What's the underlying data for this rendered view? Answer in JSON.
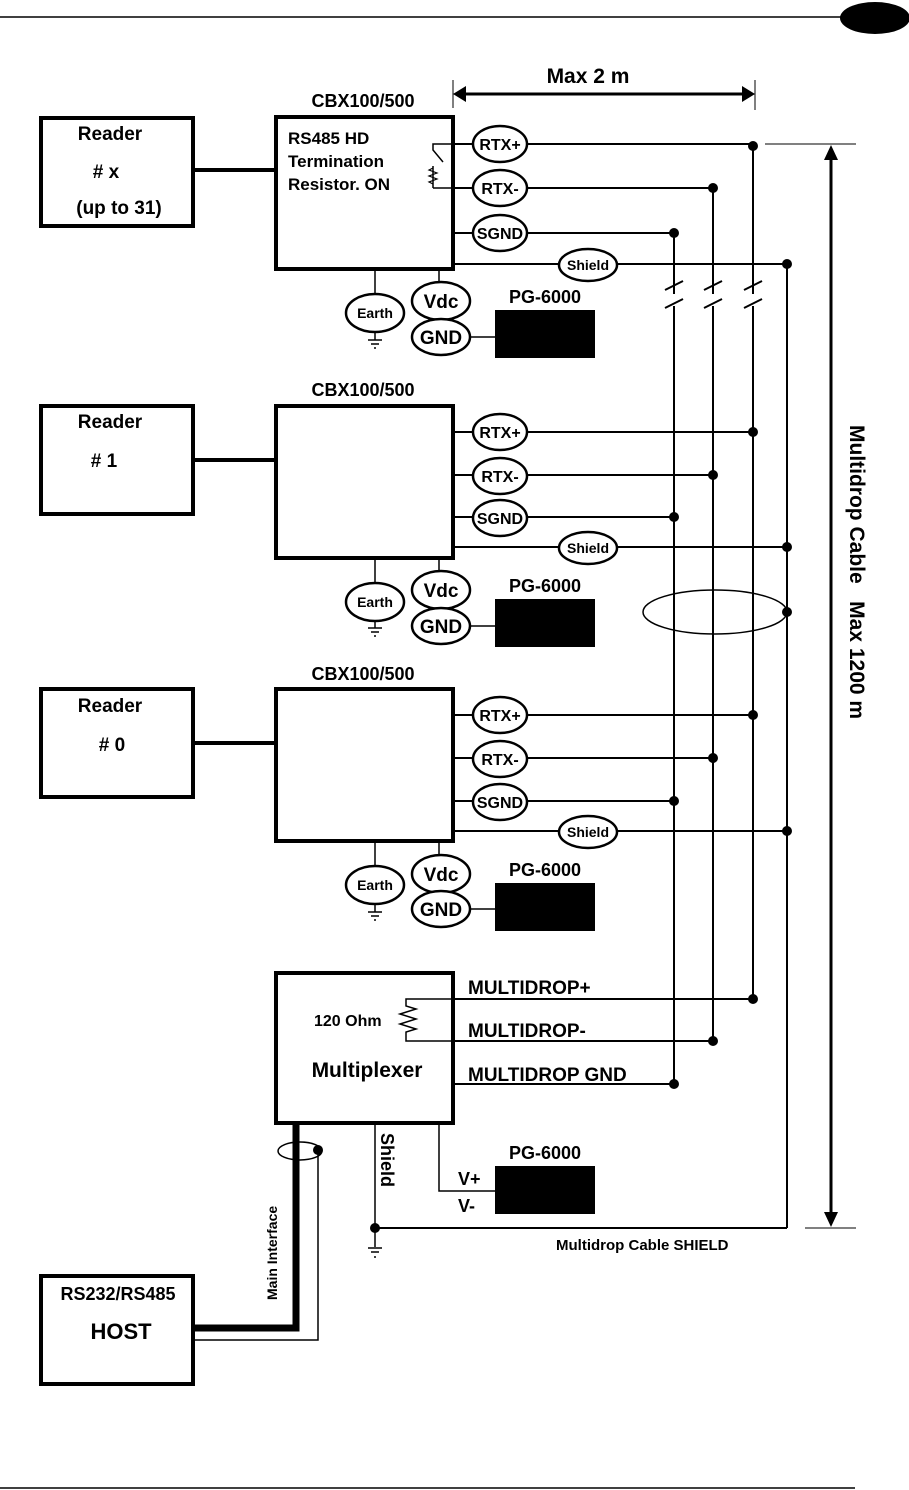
{
  "diagram": {
    "type": "RS485 multidrop wiring diagram",
    "colors": {
      "ink": "#000000",
      "background": "#ffffff"
    },
    "dimensions": {
      "max_stub": "Max 2 m",
      "cable": "Multidrop Cable   Max 1200 m"
    },
    "stations": [
      {
        "reader": {
          "line1": "Reader",
          "line2": "# x",
          "line3": "(up to 31)"
        },
        "cbx": {
          "title": "CBX100/500",
          "note_lines": [
            "RS485 HD",
            "Termination",
            "Resistor. ON"
          ]
        },
        "terminals": [
          "RTX+",
          "RTX-",
          "SGND",
          "Shield"
        ],
        "power": {
          "earth": "Earth",
          "vdc": "Vdc",
          "gnd": "GND",
          "supply": "PG-6000"
        }
      },
      {
        "reader": {
          "line1": "Reader",
          "line2": "# 1",
          "line3": ""
        },
        "cbx": {
          "title": "CBX100/500",
          "note_lines": []
        },
        "terminals": [
          "RTX+",
          "RTX-",
          "SGND",
          "Shield"
        ],
        "power": {
          "earth": "Earth",
          "vdc": "Vdc",
          "gnd": "GND",
          "supply": "PG-6000"
        }
      },
      {
        "reader": {
          "line1": "Reader",
          "line2": "# 0",
          "line3": ""
        },
        "cbx": {
          "title": "CBX100/500",
          "note_lines": []
        },
        "terminals": [
          "RTX+",
          "RTX-",
          "SGND",
          "Shield"
        ],
        "power": {
          "earth": "Earth",
          "vdc": "Vdc",
          "gnd": "GND",
          "supply": "PG-6000"
        }
      }
    ],
    "multiplexer": {
      "label": "Multiplexer",
      "resistor": "120 Ohm",
      "outputs": [
        "MULTIDROP+",
        "MULTIDROP-",
        "MULTIDROP GND"
      ],
      "shield_label": "Shield",
      "power": {
        "vplus": "V+",
        "vminus": "V-",
        "supply": "PG-6000"
      }
    },
    "cable_shield_label": "Multidrop Cable SHIELD",
    "main_interface_label": "Main Interface",
    "host": {
      "line1": "RS232/RS485",
      "line2": "HOST"
    }
  }
}
